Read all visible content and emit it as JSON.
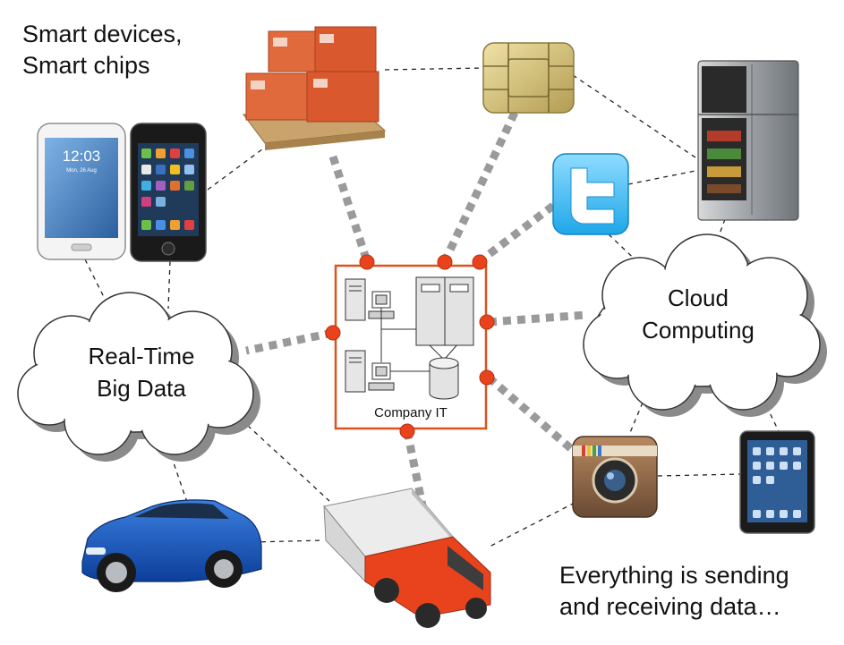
{
  "captions": {
    "top_left": [
      "Smart devices,",
      "Smart chips"
    ],
    "bottom_right": [
      "Everything is sending",
      "and receiving data…"
    ]
  },
  "center_node": {
    "label": "Company IT"
  },
  "clouds": {
    "big_data": [
      "Real-Time",
      "Big Data"
    ],
    "cloud_computing": [
      "Cloud",
      "Computing"
    ]
  },
  "phone": {
    "clock": "12:03",
    "date": "Mon, 26 Aug"
  },
  "colors": {
    "accent_orange": "#e8431c",
    "frame_border": "#d9541e",
    "thick_link": "#9a9a9a",
    "thin_link": "#222222",
    "cloud_fill": "#ffffff",
    "cloud_shadow": "#8a8a8a"
  },
  "icons": [
    "pallet-boxes-icon",
    "sim-chip-icon",
    "twitter-icon",
    "refrigerator-icon",
    "smartphone-icon",
    "instagram-icon",
    "tablet-icon",
    "car-icon",
    "truck-icon",
    "server-rack-icon",
    "database-icon",
    "workstation-icon"
  ]
}
